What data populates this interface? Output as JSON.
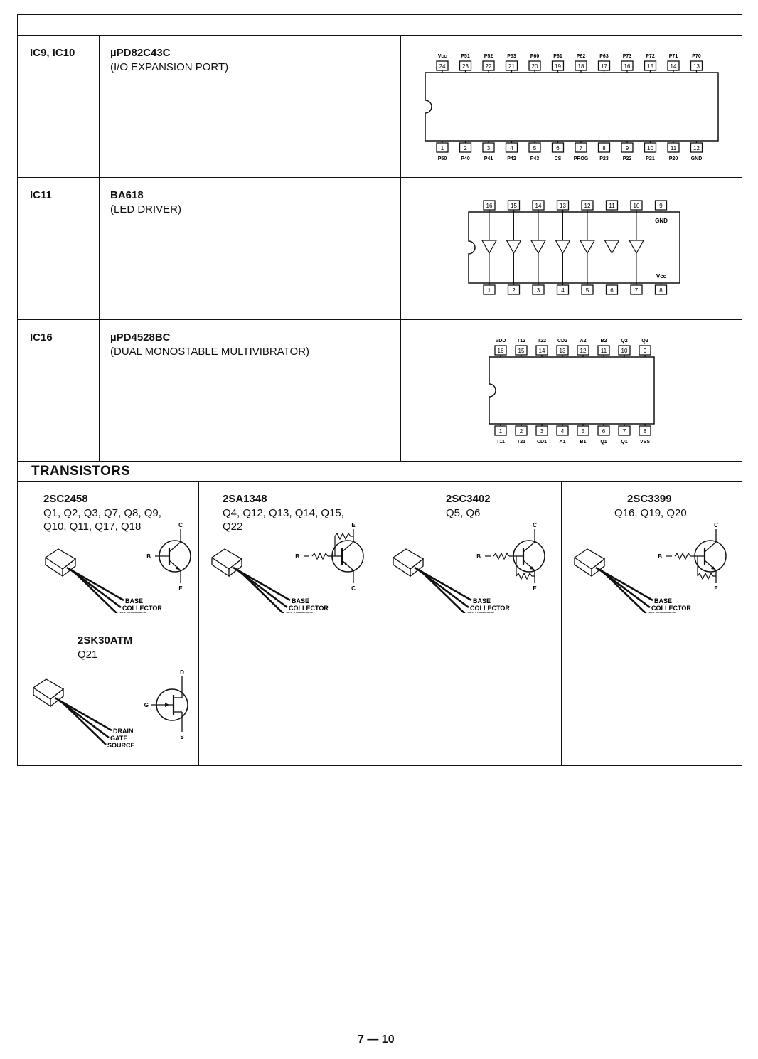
{
  "ic_rows": [
    {
      "ref": "IC9, IC10",
      "part": "µPD82C43C",
      "desc": "(I/O EXPANSION PORT)",
      "top_pins": [
        "24",
        "23",
        "22",
        "21",
        "20",
        "19",
        "18",
        "17",
        "16",
        "15",
        "14",
        "13"
      ],
      "top_labels": [
        "Vcc",
        "P51",
        "P52",
        "P53",
        "P60",
        "P61",
        "P62",
        "P63",
        "P73",
        "P72",
        "P71",
        "P70"
      ],
      "bottom_pins": [
        "1",
        "2",
        "3",
        "4",
        "5",
        "6",
        "7",
        "8",
        "9",
        "10",
        "11",
        "12"
      ],
      "bottom_labels": [
        "P50",
        "P40",
        "P41",
        "P42",
        "P43",
        "CS",
        "PROG",
        "P23",
        "P22",
        "P21",
        "P20",
        "GND"
      ]
    },
    {
      "ref": "IC11",
      "part": "BA618",
      "desc": "(LED DRIVER)",
      "top_pins": [
        "16",
        "15",
        "14",
        "13",
        "12",
        "11",
        "10",
        "9"
      ],
      "bottom_pins": [
        "1",
        "2",
        "3",
        "4",
        "5",
        "6",
        "7",
        "8"
      ],
      "labels": [
        "GND",
        "Vcc"
      ]
    },
    {
      "ref": "IC16",
      "part": "µPD4528BC",
      "desc": "(DUAL MONOSTABLE MULTIVIBRATOR)",
      "top_pins": [
        "16",
        "15",
        "14",
        "13",
        "12",
        "11",
        "10",
        "9"
      ],
      "top_labels": [
        "VDD",
        "T12",
        "T22",
        "CD2",
        "A2",
        "B2",
        "Q2",
        "Q2"
      ],
      "bottom_pins": [
        "1",
        "2",
        "3",
        "4",
        "5",
        "6",
        "7",
        "8"
      ],
      "bottom_labels": [
        "T11",
        "T21",
        "CD1",
        "A1",
        "B1",
        "Q1",
        "Q1",
        "VSS"
      ]
    }
  ],
  "section_title": "TRANSISTORS",
  "transistors": [
    {
      "part": "2SC2458",
      "list": [
        "Q1, Q2, Q3, Q7, Q8, Q9,",
        "Q10, Q11, Q17, Q18"
      ],
      "leads": [
        "BASE",
        "COLLECTOR",
        "EMITTER"
      ],
      "pins": [
        "B",
        "C",
        "E"
      ]
    },
    {
      "part": "2SA1348",
      "list": [
        "Q4, Q12, Q13, Q14, Q15,",
        "Q22"
      ],
      "leads": [
        "BASE",
        "COLLECTOR",
        "EMITTER"
      ],
      "pins": [
        "B",
        "E",
        "C"
      ]
    },
    {
      "part": "2SC3402",
      "list": [
        "Q5, Q6"
      ],
      "leads": [
        "BASE",
        "COLLECTOR",
        "EMITTER"
      ],
      "pins": [
        "B",
        "C",
        "E"
      ]
    },
    {
      "part": "2SC3399",
      "list": [
        "Q16, Q19, Q20"
      ],
      "leads": [
        "BASE",
        "COLLECTOR",
        "EMITTER"
      ],
      "pins": [
        "B",
        "C",
        "E"
      ]
    },
    {
      "part": "2SK30ATM",
      "list": [
        "Q21"
      ],
      "leads": [
        "DRAIN",
        "GATE",
        "SOURCE"
      ],
      "pins": [
        "G",
        "D",
        "S"
      ]
    }
  ],
  "page_number": "7 — 10"
}
